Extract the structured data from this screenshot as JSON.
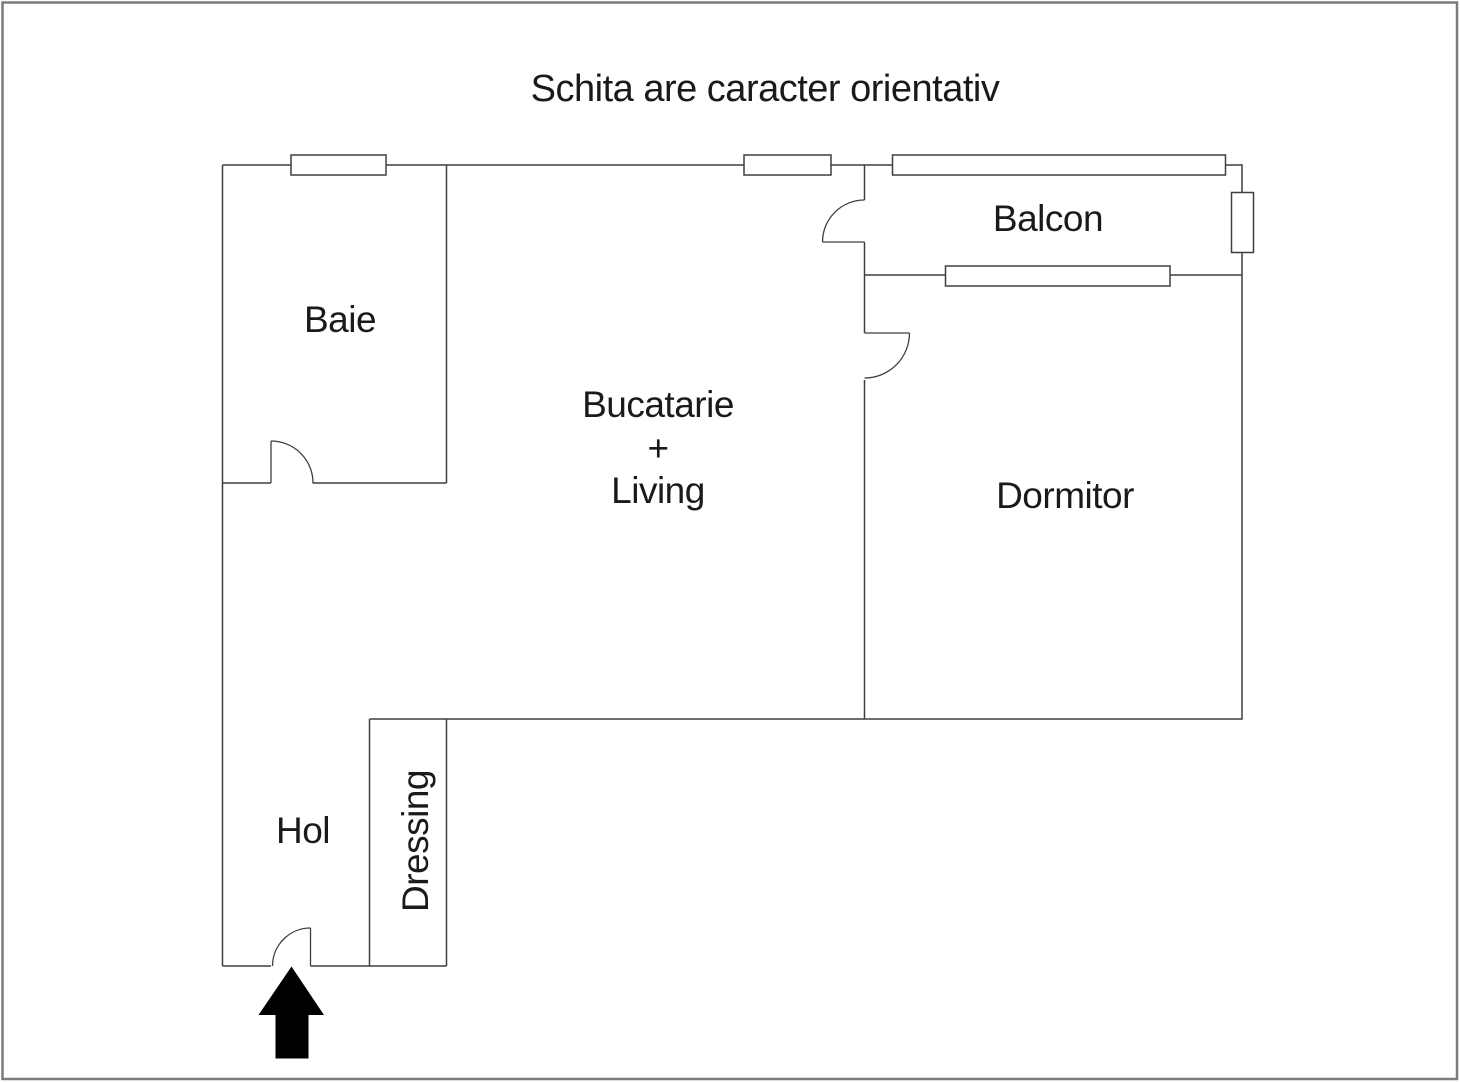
{
  "title": "Schita are caracter orientativ",
  "rooms": {
    "baie": {
      "label": "Baie"
    },
    "bucatarie_living": {
      "line1": "Bucatarie",
      "line2": "+",
      "line3": "Living"
    },
    "balcon": {
      "label": "Balcon"
    },
    "dormitor": {
      "label": "Dormitor"
    },
    "hol": {
      "label": "Hol"
    },
    "dressing": {
      "label": "Dressing"
    }
  },
  "entrance": {
    "icon": "entrance-arrow-up"
  },
  "colors": {
    "wall": "#3f3f3f",
    "text": "#1a1a1a",
    "arrow_fill": "#000000",
    "canvas_border": "#7c7c7c",
    "background": "#ffffff"
  }
}
